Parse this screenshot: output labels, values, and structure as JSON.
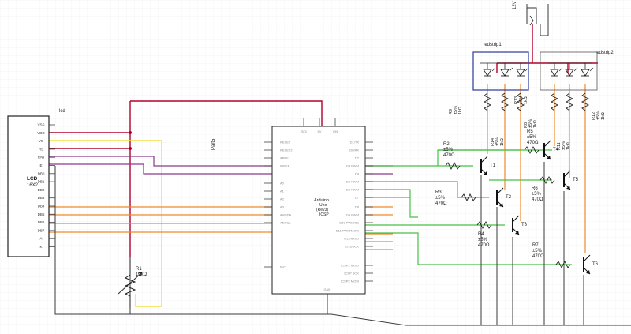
{
  "supply": {
    "label": "12V"
  },
  "lcd": {
    "name": "lcd",
    "title": "LCD",
    "subtitle": "16X2",
    "pins": [
      "VSS",
      "VDD",
      "VO",
      "RS",
      "R/W",
      "E",
      "DB0",
      "DB1",
      "DB2",
      "DB3",
      "DB4",
      "DB5",
      "DB6",
      "DB7",
      "A",
      "K"
    ]
  },
  "pot": {
    "name": "R1",
    "value": "10kΩ"
  },
  "part5": {
    "label": "Part5"
  },
  "arduino": {
    "title": "Arduino",
    "model": "Uno",
    "rev": "(Rev3)",
    "board_label": "ICSP",
    "top_pins": [
      "3V3",
      "5V",
      "VIN"
    ],
    "left_pins": [
      "RESET",
      "RESET2",
      "AREF",
      "IOREF",
      "A0",
      "A1",
      "A2",
      "A3",
      "A4/SDA",
      "A5/SCL",
      "N/C"
    ],
    "right_pins": [
      "D1/TX",
      "D0/RX",
      "D2",
      "D3 PWM",
      "D4",
      "D5 PWM",
      "D6 PWM",
      "D7",
      "D8",
      "D9 PWM",
      "D10 PWM/SS",
      "D11 PWM/MOSI",
      "D12/MISO",
      "D13/SCK",
      "ICSP2 MISO",
      "ICSP SCK",
      "ICSP2 MOSI"
    ],
    "bottom_pin": "GND"
  },
  "ledstrips": [
    {
      "name": "ledstrip1"
    },
    {
      "name": "ledstrip2"
    }
  ],
  "strip_resistors": [
    {
      "name": "R9",
      "tol": "±5%",
      "value": "1kΩ"
    },
    {
      "name": "R14",
      "tol": "±5%",
      "value": "1kΩ"
    },
    {
      "name": "R13",
      "tol": "±5%",
      "value": "1kΩ"
    },
    {
      "name": "R8",
      "tol": "±5%",
      "value": "1kΩ"
    },
    {
      "name": "R11",
      "tol": "±5%",
      "value": "1kΩ"
    },
    {
      "name": "R12",
      "tol": "±5%",
      "value": "1kΩ"
    }
  ],
  "base_resistors": [
    {
      "name": "R2",
      "tol": "±5%",
      "value": "470Ω"
    },
    {
      "name": "R3",
      "tol": "±5%",
      "value": "470Ω"
    },
    {
      "name": "R4",
      "tol": "±5%",
      "value": "470Ω"
    },
    {
      "name": "R5",
      "tol": "±5%",
      "value": "470Ω"
    },
    {
      "name": "R6",
      "tol": "±5%",
      "value": "470Ω"
    },
    {
      "name": "R7",
      "tol": "±5%",
      "value": "470Ω"
    }
  ],
  "transistors": [
    "T1",
    "T2",
    "T3",
    "T4",
    "T5",
    "T6"
  ],
  "colors": {
    "red": "#b3002a",
    "purple": "#8b3a8b",
    "yellow": "#f0e040",
    "orange": "#ef8a28",
    "green": "#46c046",
    "ground": "#3a3a3a",
    "strip_box": "#2a3a9c"
  }
}
